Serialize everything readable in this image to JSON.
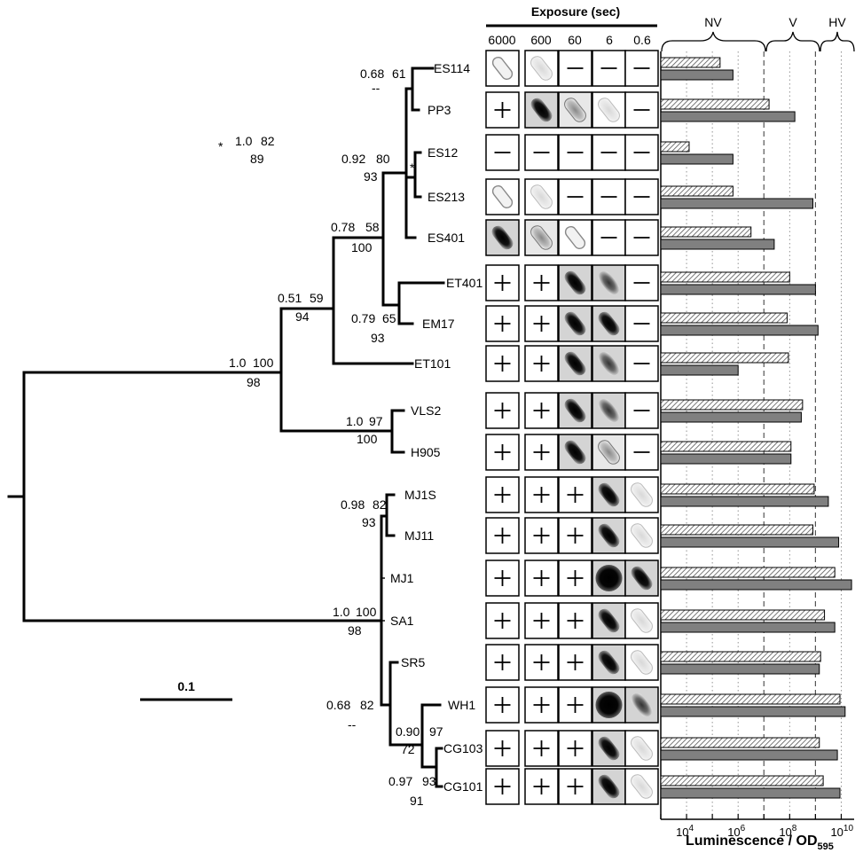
{
  "header": {
    "exposure_title": "Exposure (sec)",
    "exposure_times": [
      "6000",
      "600",
      "60",
      "6",
      "0.6"
    ],
    "brightness_groups": [
      "NV",
      "V",
      "HV"
    ]
  },
  "scale_bar_label": "0.1",
  "legend": {
    "mark": "*",
    "values": [
      "1.0",
      "82",
      "89"
    ]
  },
  "x_axis": {
    "label_main": "Luminescence / OD",
    "label_sub": "595",
    "ticks": [
      {
        "base": "10",
        "exp": "4"
      },
      {
        "base": "10",
        "exp": "6"
      },
      {
        "base": "10",
        "exp": "8"
      },
      {
        "base": "10",
        "exp": "10"
      }
    ],
    "scale": "log10",
    "range": [
      3,
      10.5
    ]
  },
  "strains": [
    {
      "name": "ES114",
      "cells": [
        "faint",
        "veryfaint",
        "minus",
        "minus",
        "minus"
      ],
      "lum_hatched": 5.3,
      "lum_gray": 5.8
    },
    {
      "name": "PP3",
      "cells": [
        "plus",
        "dark",
        "light",
        "veryfaint",
        "minus"
      ],
      "lum_hatched": 7.2,
      "lum_gray": 8.2
    },
    {
      "name": "ES12",
      "cells": [
        "minus",
        "minus",
        "minus",
        "minus",
        "minus"
      ],
      "lum_hatched": 4.1,
      "lum_gray": 5.8
    },
    {
      "name": "ES213",
      "cells": [
        "faint",
        "veryfaint",
        "minus",
        "minus",
        "minus"
      ],
      "lum_hatched": 5.8,
      "lum_gray": 8.9
    },
    {
      "name": "ES401",
      "cells": [
        "dark",
        "light",
        "faint",
        "minus",
        "minus"
      ],
      "lum_hatched": 6.5,
      "lum_gray": 7.4
    },
    {
      "name": "ET401",
      "cells": [
        "plus",
        "plus",
        "dark",
        "medium",
        "minus"
      ],
      "lum_hatched": 8.0,
      "lum_gray": 9.0
    },
    {
      "name": "EM17",
      "cells": [
        "plus",
        "plus",
        "dark",
        "dark",
        "minus"
      ],
      "lum_hatched": 7.9,
      "lum_gray": 9.1
    },
    {
      "name": "ET101",
      "cells": [
        "plus",
        "plus",
        "dark",
        "medium",
        "minus"
      ],
      "lum_hatched": 7.95,
      "lum_gray": 6.0
    },
    {
      "name": "VLS2",
      "cells": [
        "plus",
        "plus",
        "dark",
        "medium",
        "minus"
      ],
      "lum_hatched": 8.5,
      "lum_gray": 8.45
    },
    {
      "name": "H905",
      "cells": [
        "plus",
        "plus",
        "dark",
        "light",
        "minus"
      ],
      "lum_hatched": 8.05,
      "lum_gray": 8.05
    },
    {
      "name": "MJ1S",
      "cells": [
        "plus",
        "plus",
        "plus",
        "dark",
        "veryfaint"
      ],
      "lum_hatched": 8.95,
      "lum_gray": 9.5
    },
    {
      "name": "MJ11",
      "cells": [
        "plus",
        "plus",
        "plus",
        "dark",
        "veryfaint"
      ],
      "lum_hatched": 8.9,
      "lum_gray": 9.9
    },
    {
      "name": "MJ1",
      "cells": [
        "plus",
        "plus",
        "plus",
        "blob",
        "dark"
      ],
      "lum_hatched": 9.75,
      "lum_gray": 10.4
    },
    {
      "name": "SA1",
      "cells": [
        "plus",
        "plus",
        "plus",
        "dark",
        "veryfaint"
      ],
      "lum_hatched": 9.35,
      "lum_gray": 9.75
    },
    {
      "name": "SR5",
      "cells": [
        "plus",
        "plus",
        "plus",
        "dark",
        "veryfaint"
      ],
      "lum_hatched": 9.2,
      "lum_gray": 9.15
    },
    {
      "name": "WH1",
      "cells": [
        "plus",
        "plus",
        "plus",
        "blob",
        "medium"
      ],
      "lum_hatched": 9.95,
      "lum_gray": 10.15
    },
    {
      "name": "CG103",
      "cells": [
        "plus",
        "plus",
        "plus",
        "dark",
        "veryfaint"
      ],
      "lum_hatched": 9.15,
      "lum_gray": 9.85
    },
    {
      "name": "CG101",
      "cells": [
        "plus",
        "plus",
        "plus",
        "dark",
        "veryfaint"
      ],
      "lum_hatched": 9.3,
      "lum_gray": 9.95
    }
  ],
  "node_supports": [
    {
      "id": "root_upper",
      "a": "1.0",
      "b": "100",
      "c": "98"
    },
    {
      "id": "n_vls",
      "a": "1.0",
      "b": "97",
      "c": "100"
    },
    {
      "id": "n_051",
      "a": "0.51",
      "b": "59",
      "c": "94"
    },
    {
      "id": "n_078",
      "a": "0.78",
      "b": "58",
      "c": "100"
    },
    {
      "id": "n_079",
      "a": "0.79",
      "b": "65",
      "c": "93"
    },
    {
      "id": "n_092",
      "a": "0.92",
      "b": "80",
      "c": "93"
    },
    {
      "id": "n_068a",
      "a": "0.68",
      "b": "61",
      "c": "--"
    },
    {
      "id": "n_es12",
      "a": "*",
      "b": "",
      "c": ""
    },
    {
      "id": "root_lower",
      "a": "1.0",
      "b": "100",
      "c": "98"
    },
    {
      "id": "n_098",
      "a": "0.98",
      "b": "82",
      "c": "93"
    },
    {
      "id": "n_068b",
      "a": "0.68",
      "b": "82",
      "c": "--"
    },
    {
      "id": "n_090",
      "a": "0.90",
      "b": "97",
      "c": "72"
    },
    {
      "id": "n_097",
      "a": "0.97",
      "b": "93",
      "c": "91"
    }
  ],
  "colors": {
    "line": "#000000",
    "bar_gray": "#808080",
    "hatch": "#555555",
    "cell_border": "#000000"
  }
}
